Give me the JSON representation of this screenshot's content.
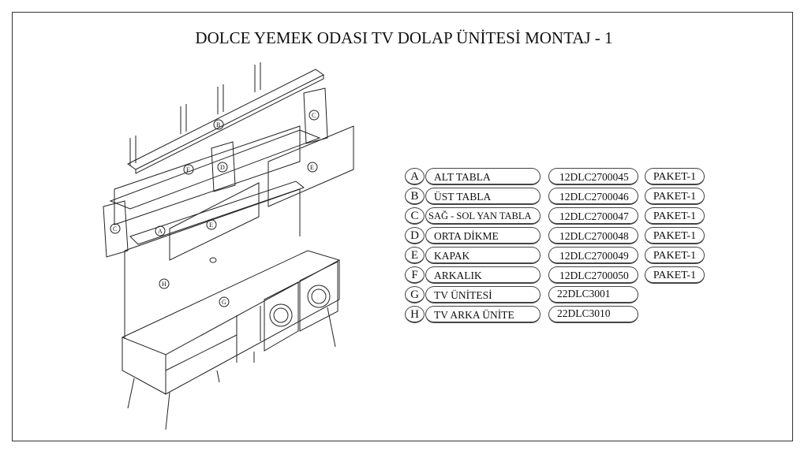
{
  "title": "DOLCE YEMEK ODASI TV DOLAP ÜNİTESİ MONTAJ - 1",
  "parts": [
    {
      "letter": "A",
      "name": "ALT TABLA",
      "code": "12DLC2700045",
      "package": "PAKET-1"
    },
    {
      "letter": "B",
      "name": "ÜST TABLA",
      "code": "12DLC2700046",
      "package": "PAKET-1"
    },
    {
      "letter": "C",
      "name": "SAĞ - SOL YAN TABLA",
      "code": "12DLC2700047",
      "package": "PAKET-1"
    },
    {
      "letter": "D",
      "name": "ORTA DİKME",
      "code": "12DLC2700048",
      "package": "PAKET-1"
    },
    {
      "letter": "E",
      "name": "KAPAK",
      "code": "12DLC2700049",
      "package": "PAKET-1"
    },
    {
      "letter": "F",
      "name": "ARKALIK",
      "code": "12DLC2700050",
      "package": "PAKET-1"
    },
    {
      "letter": "G",
      "name": "TV ÜNİTESİ",
      "code": "22DLC3001",
      "package": null
    },
    {
      "letter": "H",
      "name": "TV ARKA ÜNİTE",
      "code": "22DLC3010",
      "package": null
    }
  ],
  "diagram_labels": [
    "A",
    "B",
    "C",
    "C",
    "D",
    "E",
    "E",
    "F",
    "G",
    "H"
  ]
}
